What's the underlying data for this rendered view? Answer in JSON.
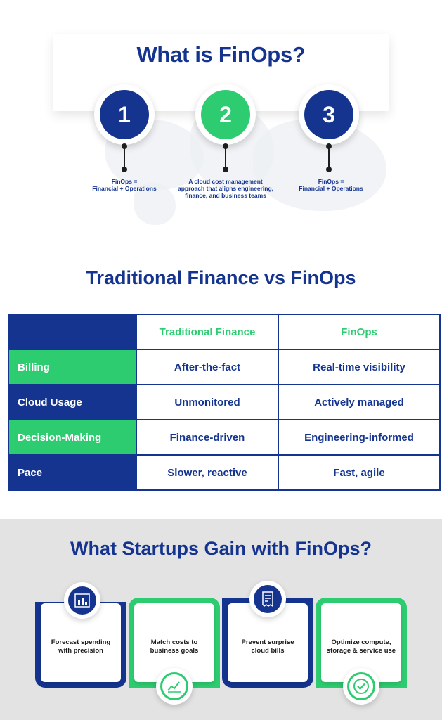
{
  "intro": {
    "title": "What is FinOps?",
    "steps": [
      {
        "number": "1",
        "lines": [
          "FinOps =",
          "Financial + Operations"
        ],
        "color": "#14348f"
      },
      {
        "number": "2",
        "lines": [
          "A cloud cost management",
          "approach that aligns engineering,",
          "finance, and business teams"
        ],
        "color": "#2ecc71"
      },
      {
        "number": "3",
        "lines": [
          "FinOps =",
          "Financial + Operations"
        ],
        "color": "#14348f"
      }
    ]
  },
  "comparison": {
    "title": "Traditional Finance vs FinOps",
    "headers": [
      "Traditional Finance",
      "FinOps"
    ],
    "rows": [
      {
        "label": "Billing",
        "traditional": "After-the-fact",
        "finops": "Real-time visibility"
      },
      {
        "label": "Cloud Usage",
        "traditional": "Unmonitored",
        "finops": "Actively managed"
      },
      {
        "label": "Decision-Making",
        "traditional": "Finance-driven",
        "finops": "Engineering-informed"
      },
      {
        "label": "Pace",
        "traditional": "Slower, reactive",
        "finops": "Fast, agile"
      }
    ]
  },
  "gains": {
    "title": "What Startups Gain with FinOps?",
    "cards": [
      {
        "lines": [
          "Forecast spending",
          "with precision"
        ],
        "icon": "bar-chart-icon"
      },
      {
        "lines": [
          "Match costs to",
          "business goals"
        ],
        "icon": "growth-chart-icon"
      },
      {
        "lines": [
          "Prevent surprise",
          "cloud bills"
        ],
        "icon": "receipt-icon"
      },
      {
        "lines": [
          "Optimize compute,",
          "storage & service use"
        ],
        "icon": "checkmark-icon"
      }
    ]
  },
  "colors": {
    "navy": "#14348f",
    "green": "#2ecc71",
    "grey_bg": "#e3e3e3"
  }
}
